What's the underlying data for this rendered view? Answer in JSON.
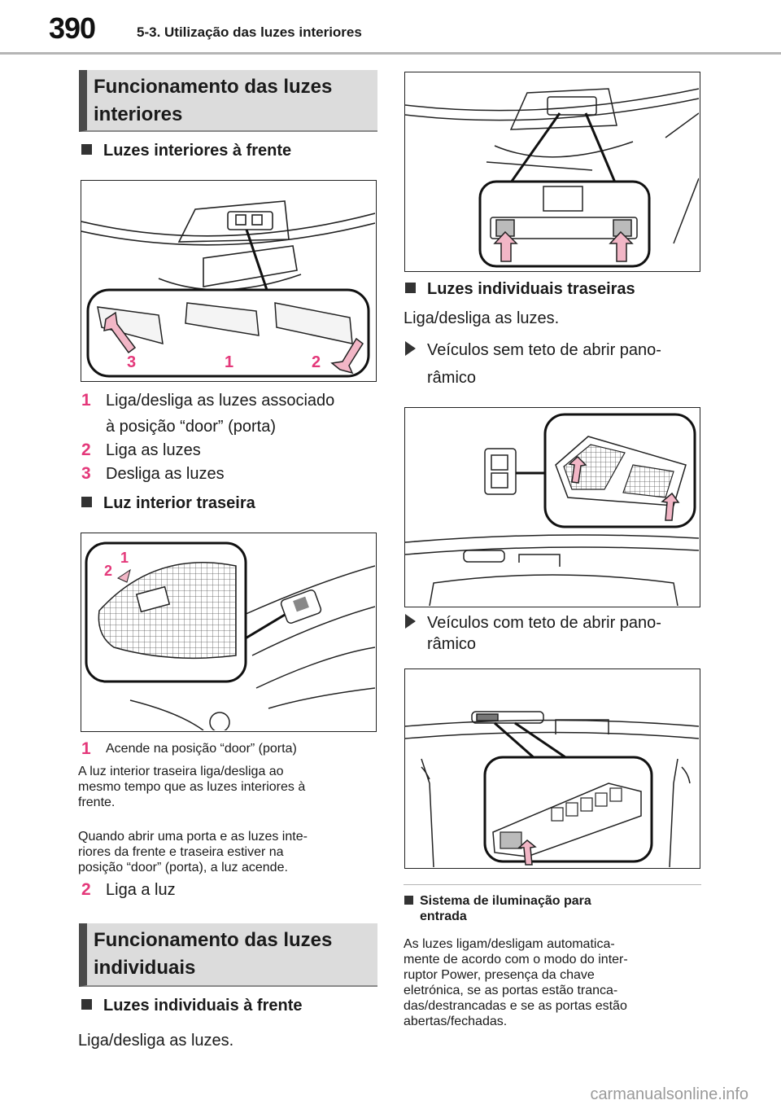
{
  "header": {
    "page_number": "390",
    "chapter": "5-3. Utilização das luzes interiores"
  },
  "left": {
    "section1_title_line1": "Funcionamento das luzes",
    "section1_title_line2": "interiores",
    "sub_front": "Luzes interiores à frente",
    "fig1_labels": {
      "n3": "3",
      "n1": "1",
      "n2": "2"
    },
    "items_front": [
      {
        "num": "1",
        "line1": "Liga/desliga as luzes associado",
        "line2": "à posição “door” (porta)"
      },
      {
        "num": "2",
        "line1": "Liga as luzes"
      },
      {
        "num": "3",
        "line1": "Desliga as luzes"
      }
    ],
    "sub_rear": "Luz interior traseira",
    "fig2_labels": {
      "n1": "1",
      "n2": "2"
    },
    "rear_item1": {
      "num": "1",
      "text": "Acende na posição “door” (porta)"
    },
    "rear_para1": [
      "A luz interior traseira liga/desliga ao",
      "mesmo tempo que as luzes interiores à",
      "frente."
    ],
    "rear_para2": [
      "Quando abrir uma porta e as luzes inte-",
      "riores da frente e traseira estiver na",
      "posição “door” (porta), a luz acende."
    ],
    "rear_item2": {
      "num": "2",
      "text": "Liga a luz"
    },
    "section2_title_line1": "Funcionamento das luzes",
    "section2_title_line2": "individuais",
    "sub_indiv_front": "Luzes individuais à frente",
    "indiv_front_text": "Liga/desliga as luzes."
  },
  "right": {
    "sub_indiv_rear": "Luzes individuais traseiras",
    "indiv_rear_text": "Liga/desliga as luzes.",
    "bullet1": [
      "Veículos sem teto de abrir pano-",
      "râmico"
    ],
    "bullet2": [
      "Veículos com teto de abrir pano-",
      "râmico"
    ],
    "note_title": [
      "Sistema de iluminação para",
      "entrada"
    ],
    "note_text": [
      "As luzes ligam/desligam automatica-",
      "mente de acordo com o modo do inter-",
      "ruptor Power, presença da chave",
      "eletrónica, se as portas estão tranca-",
      "das/destrancadas e se as portas estão",
      "abertas/fechadas."
    ]
  },
  "watermark": "carmanualsonline.info",
  "colors": {
    "accent": "#e4387a",
    "arrow_fill": "#f2b6c6",
    "header_box": "#dcdcdc"
  }
}
